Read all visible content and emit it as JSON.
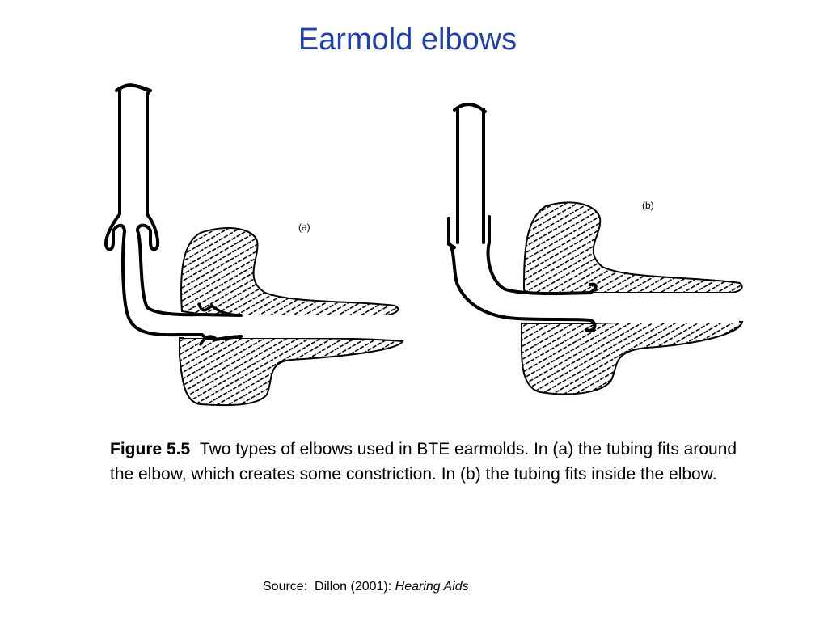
{
  "slide": {
    "title": "Earmold elbows"
  },
  "diagram": {
    "panel_a_label": "(a)",
    "panel_b_label": "(b)",
    "hatch_color": "#000000",
    "line_color": "#000000"
  },
  "caption": {
    "figure_label": "Figure 5.5",
    "text": "Two types of elbows used in BTE earmolds.  In (a) the tubing fits around the elbow, which creates some constriction.  In (b) the tubing fits inside the elbow."
  },
  "source": {
    "prefix": "Source:  Dillon (2001): ",
    "book_title": "Hearing Aids"
  }
}
